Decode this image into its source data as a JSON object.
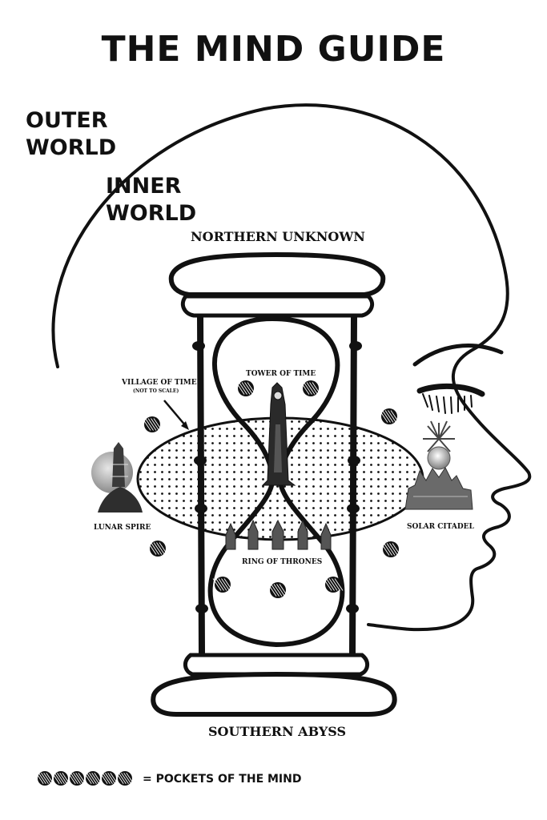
{
  "title": "THE MIND GUIDE",
  "regions": {
    "outer": [
      "OUTER",
      "WORLD"
    ],
    "inner": [
      "INNER",
      "WORLD"
    ]
  },
  "directions": {
    "north": "NORTHERN UNKNOWN",
    "south": "SOUTHERN ABYSS"
  },
  "places": {
    "village": "VILLAGE OF TIME",
    "village_note": "(NOT TO SCALE)",
    "tower": "TOWER OF TIME",
    "lunar": "LUNAR SPIRE",
    "solar": "SOLAR CITADEL",
    "thrones": "RING OF THRONES"
  },
  "legend": {
    "text": "= POCKETS OF THE MIND",
    "icon": "pocket-orb-icon"
  },
  "colors": {
    "ink": "#111111",
    "paper": "#ffffff",
    "moon": "#9a9a9a",
    "sun": "#bdbdbd"
  }
}
